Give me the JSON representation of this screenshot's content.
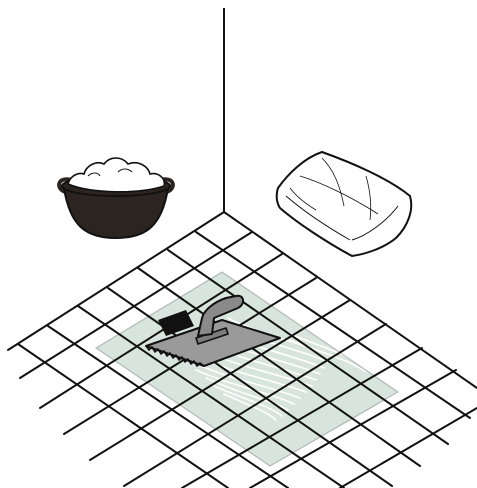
{
  "illustration": {
    "objects": [
      "tile-grid-floor",
      "adhesive-patch",
      "notched-trowel",
      "mortar-bucket",
      "cement-bag",
      "wall-corner"
    ],
    "colors": {
      "line": "#111111",
      "adhesive": "#d8e5df",
      "trowel": "#9a9a9a",
      "trowel_handle": "#8a8a8a",
      "bucket": "#2c2421",
      "mortar": "#ffffff",
      "bag": "#ffffff",
      "background": "#ffffff"
    }
  }
}
